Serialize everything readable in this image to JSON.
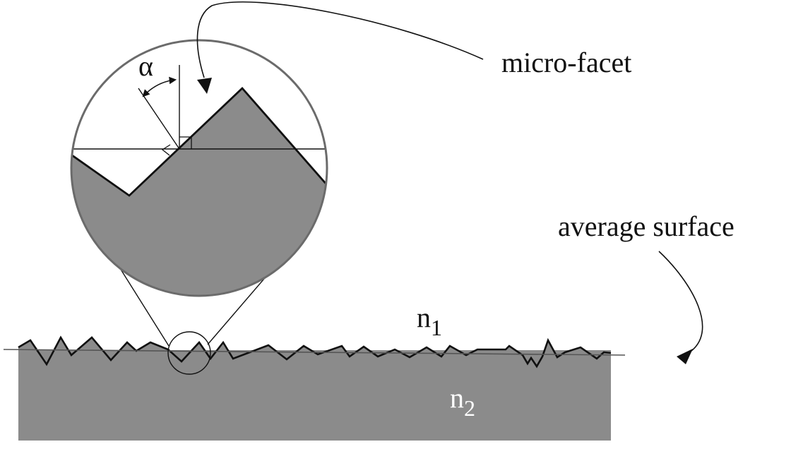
{
  "labels": {
    "micro_facet": "micro-facet",
    "average_surface": "average surface",
    "angle": "α",
    "n1_base": "n",
    "n1_sub": "1",
    "n2_base": "n",
    "n2_sub": "2"
  },
  "colors": {
    "material_fill": "#8b8b8b",
    "line": "#111111",
    "circle_stroke": "#6b6b6b",
    "n2_text": "#ffffff"
  }
}
